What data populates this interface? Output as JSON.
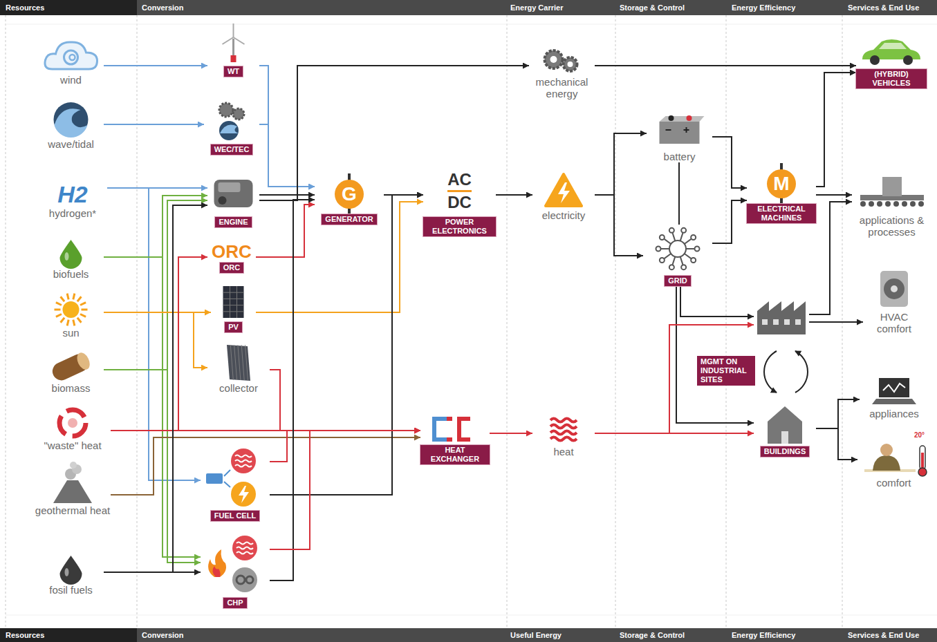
{
  "diagram": {
    "nodes": [
      {
        "text": [
          "wind"
        ]
      },
      {
        "text": [
          "wave/tidal"
        ]
      },
      {
        "text": [
          "H2",
          "hydrogen*"
        ]
      },
      {
        "text": [
          "biofuels"
        ]
      },
      {
        "text": [
          "sun"
        ]
      },
      {
        "text": [
          "biomass"
        ]
      },
      {
        "text": [
          "\"waste\" heat"
        ]
      },
      {
        "text": [
          "geothermal heat"
        ]
      },
      {
        "text": [
          "fosil fuels"
        ]
      },
      {
        "text": [
          "WT"
        ]
      },
      {
        "text": [
          "WEC/TEC"
        ]
      },
      {
        "text": [
          "ENGINE"
        ]
      },
      {
        "text": [
          "ORC",
          "ORC"
        ]
      },
      {
        "text": [
          "PV"
        ]
      },
      {
        "text": [
          "collector"
        ]
      },
      {
        "text": [
          "FUEL CELL"
        ]
      },
      {
        "text": [
          "CHP"
        ]
      },
      {
        "text": [
          "G",
          "GENERATOR"
        ]
      },
      {
        "text": [
          "AC",
          "DC",
          "POWER ELECTRONICS"
        ]
      },
      {
        "text": [
          "HEAT EXCHANGER"
        ]
      },
      {
        "text": [
          "mechanical energy"
        ]
      },
      {
        "text": [
          "electricity"
        ]
      },
      {
        "text": [
          "heat"
        ]
      },
      {
        "text": [
          "battery"
        ]
      },
      {
        "text": [
          "GRID"
        ]
      },
      {
        "text": [
          "M",
          "ELECTRICAL MACHINES"
        ]
      },
      {
        "text": [
          "MGMT ON INDUSTRIAL SITES"
        ]
      },
      {
        "text": [
          "BUILDINGS"
        ]
      },
      {
        "text": [
          "(HYBRID) VEHICLES"
        ]
      },
      {
        "text": [
          "applications & processes"
        ]
      },
      {
        "text": [
          "HVAC comfort"
        ]
      },
      {
        "text": [
          "appliances"
        ]
      },
      {
        "text": [
          "comfort"
        ]
      }
    ],
    "edges": [
      {
        "from": 0,
        "to": 9,
        "arrow": "to"
      },
      {
        "from": 1,
        "to": 10,
        "arrow": "to"
      },
      {
        "from": 9,
        "to": 17,
        "arrow": "to"
      },
      {
        "from": 10,
        "to": 17,
        "arrow": "to"
      },
      {
        "from": 2,
        "to": 11,
        "arrow": "to"
      },
      {
        "from": 2,
        "to": 15,
        "arrow": "to"
      },
      {
        "from": 3,
        "to": 11,
        "arrow": "to"
      },
      {
        "from": 3,
        "to": 16,
        "arrow": "to"
      },
      {
        "from": 5,
        "to": 11,
        "arrow": "to"
      },
      {
        "from": 5,
        "to": 16,
        "arrow": "to"
      },
      {
        "from": 4,
        "to": 13,
        "arrow": "to"
      },
      {
        "from": 4,
        "to": 14,
        "arrow": "to"
      },
      {
        "from": 6,
        "to": 12,
        "arrow": "to"
      },
      {
        "from": 6,
        "to": 19,
        "arrow": "to"
      },
      {
        "from": 7,
        "to": 19,
        "arrow": "to"
      },
      {
        "from": 8,
        "to": 16,
        "arrow": "to"
      },
      {
        "from": 8,
        "to": 11,
        "arrow": "to"
      },
      {
        "from": 11,
        "to": 17,
        "arrow": "to"
      },
      {
        "from": 11,
        "to": 20,
        "arrow": "to"
      },
      {
        "from": 12,
        "to": 17,
        "arrow": "to"
      },
      {
        "from": 13,
        "to": 18,
        "arrow": "to"
      },
      {
        "from": 14,
        "to": 19,
        "arrow": "to"
      },
      {
        "from": 15,
        "to": 18,
        "arrow": "to"
      },
      {
        "from": 15,
        "to": 19,
        "arrow": "to"
      },
      {
        "from": 16,
        "to": 17,
        "arrow": "to"
      },
      {
        "from": 16,
        "to": 19,
        "arrow": "to"
      },
      {
        "from": 17,
        "to": 18,
        "arrow": "to"
      },
      {
        "from": 18,
        "to": 21,
        "arrow": "to"
      },
      {
        "from": 19,
        "to": 22,
        "arrow": "to"
      },
      {
        "from": 20,
        "to": 28,
        "arrow": "to"
      },
      {
        "from": 21,
        "to": 23,
        "arrow": "to"
      },
      {
        "from": 21,
        "to": 24,
        "arrow": "to"
      },
      {
        "from": 23,
        "to": 24,
        "arrow": "none"
      },
      {
        "from": 23,
        "to": 25,
        "arrow": "to"
      },
      {
        "from": 24,
        "to": 25,
        "arrow": "to"
      },
      {
        "from": 25,
        "to": 28,
        "arrow": "to"
      },
      {
        "from": 25,
        "to": 29,
        "arrow": "to"
      },
      {
        "from": 24,
        "to": 26,
        "arrow": "to"
      },
      {
        "from": 24,
        "to": 27,
        "arrow": "to"
      },
      {
        "from": 22,
        "to": 26,
        "arrow": "to"
      },
      {
        "from": 22,
        "to": 27,
        "arrow": "to"
      },
      {
        "from": 26,
        "to": 29,
        "arrow": "to"
      },
      {
        "from": 26,
        "to": 30,
        "arrow": "to"
      },
      {
        "from": 27,
        "to": 31,
        "arrow": "to"
      },
      {
        "from": 27,
        "to": 32,
        "arrow": "to"
      }
    ],
    "labels": [
      "Resources",
      "Conversion",
      "Energy Carrier",
      "Storage & Control",
      "Energy Efficiency",
      "Services & End Use",
      "Resources",
      "Conversion",
      "Useful Energy",
      "Storage & Control",
      "Energy Efficiency",
      "Services & End Use",
      "20°"
    ]
  }
}
